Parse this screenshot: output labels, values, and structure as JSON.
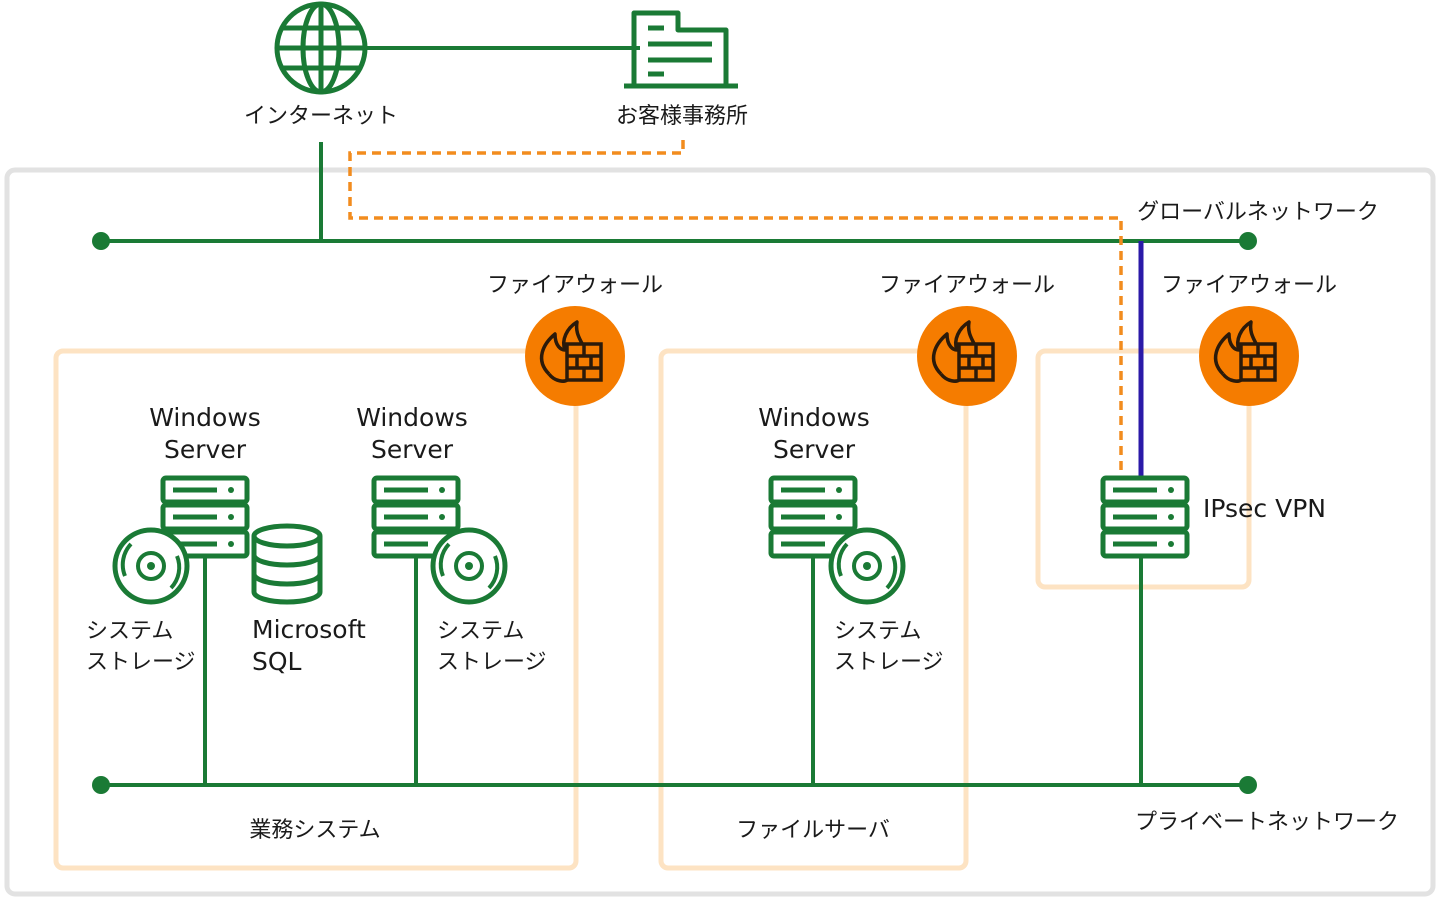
{
  "diagram": {
    "top": {
      "internet_label": "インターネット",
      "office_label": "お客様事務所"
    },
    "networks": {
      "global_label": "グローバルネットワーク",
      "private_label": "プライベートネットワーク"
    },
    "zones": [
      {
        "firewall_label": "ファイアウォール",
        "zone_label": "業務システム"
      },
      {
        "firewall_label": "ファイアウォール",
        "zone_label": "ファイルサーバ"
      },
      {
        "firewall_label": "ファイアウォール"
      }
    ],
    "servers": {
      "ws1": [
        "Windows",
        "Server"
      ],
      "ws2": [
        "Windows",
        "Server"
      ],
      "ws3": [
        "Windows",
        "Server"
      ],
      "vpn": "IPsec VPN"
    },
    "storage": {
      "s1": [
        "システム",
        "ストレージ"
      ],
      "s2": [
        "システム",
        "ストレージ"
      ],
      "s3": [
        "システム",
        "ストレージ"
      ]
    },
    "database": [
      "Microsoft",
      "SQL"
    ],
    "colors": {
      "network_green": "#1a7a35",
      "zone_border": "#fde3c3",
      "outer_border": "#e2e2e2",
      "firewall_orange": "#f57c00",
      "vpn_dashed": "#f28c1e",
      "vpn_tunnel": "#2b1aa8"
    }
  }
}
